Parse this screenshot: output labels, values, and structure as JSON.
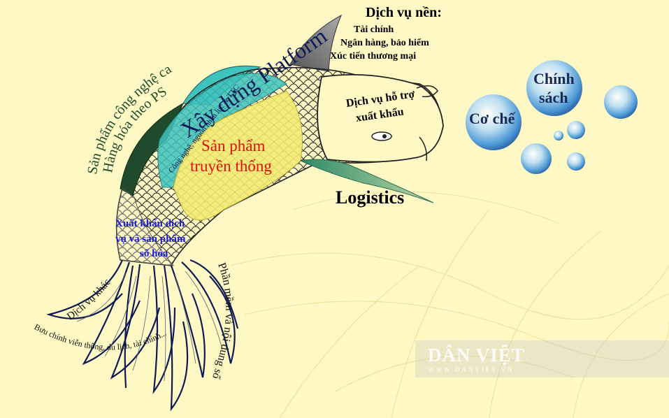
{
  "background_services": {
    "title": "Dịch vụ nền:",
    "items": [
      "Tài chính",
      "Ngân hàng, bảo hiểm",
      "Xúc tiến thương mại"
    ]
  },
  "export_support": [
    "Dịch vụ hỗ trợ",
    "xuất khẩu"
  ],
  "logistics": "Logistics",
  "bubbles": {
    "mechanism": "Cơ chế",
    "policy": [
      "Chính",
      "sách"
    ]
  },
  "high_tech": [
    "Sản phẩm công nghệ cao",
    "Hàng hóa theo PS"
  ],
  "platform": "Xây dựng Platform",
  "hr_platform": "Công nghệ, nguồn nhân lực & TTC",
  "traditional": [
    "Sản phẩm",
    "truyền thống"
  ],
  "digital_export": [
    "Xuất khẩu dịch",
    "vụ và sản phẩm",
    "số hóa"
  ],
  "other_services": "Dịch vụ khác",
  "other_services_detail": "Bưu chính viễn thông, du lịch, tài chính...",
  "software": "Phần mềm và nội dung số",
  "watermark": {
    "brand": "DÂN VIỆT",
    "url": "WWW.DANVIET.VN"
  },
  "colors": {
    "background": "#fdf8c4",
    "teal_fin": "#3ec3bf",
    "yellow_body": "#f3ea72",
    "dark_green_fin": "#1f4a2c",
    "blue_text": "#1a1ae0",
    "red_text": "#e01010",
    "navy_tail": "#0e1a55"
  }
}
